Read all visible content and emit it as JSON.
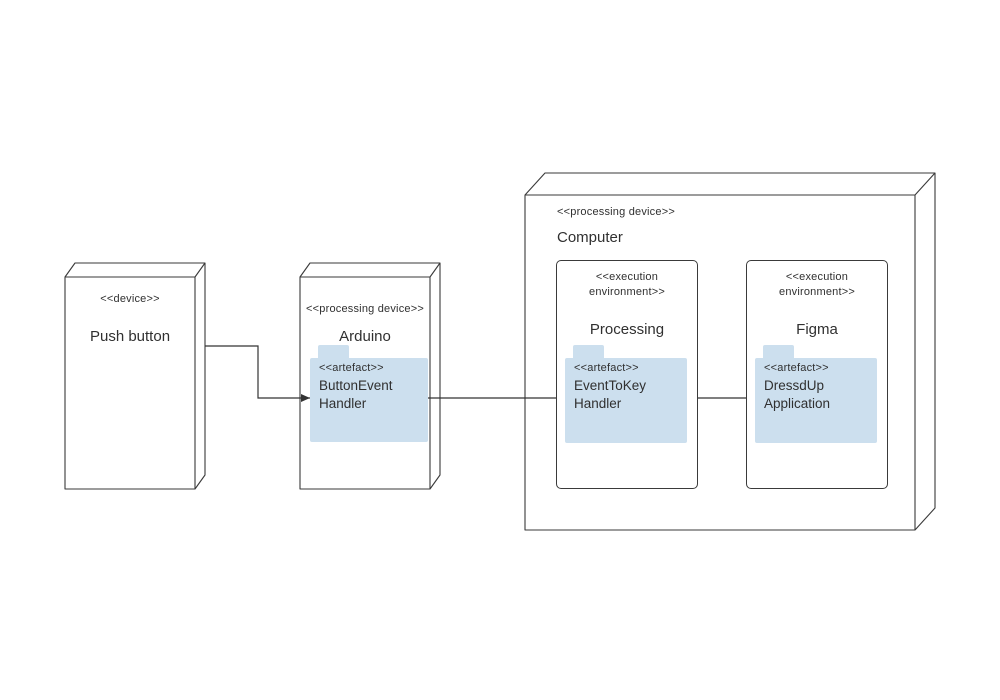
{
  "canvas": {
    "background": "#ffffff",
    "stroke_color": "#3a3a3a",
    "artefact_fill": "#ccdfee",
    "text_color": "#303030"
  },
  "nodes": {
    "push_button": {
      "stereotype": "<<device>>",
      "name": "Push button"
    },
    "arduino": {
      "stereotype": "<<processing device>>",
      "name": "Arduino",
      "artefact": {
        "stereotype": "<<artefact>>",
        "name": "ButtonEvent Handler"
      }
    },
    "computer": {
      "stereotype": "<<processing device>>",
      "name": "Computer",
      "environments": {
        "processing": {
          "stereotype_line1": "<<execution",
          "stereotype_line2": "environment>>",
          "name": "Processing",
          "artefact": {
            "stereotype": "<<artefact>>",
            "name": "EventToKey Handler"
          }
        },
        "figma": {
          "stereotype_line1": "<<execution",
          "stereotype_line2": "environment>>",
          "name": "Figma",
          "artefact": {
            "stereotype": "<<artefact>>",
            "name": "DressdUp Application"
          }
        }
      }
    }
  }
}
